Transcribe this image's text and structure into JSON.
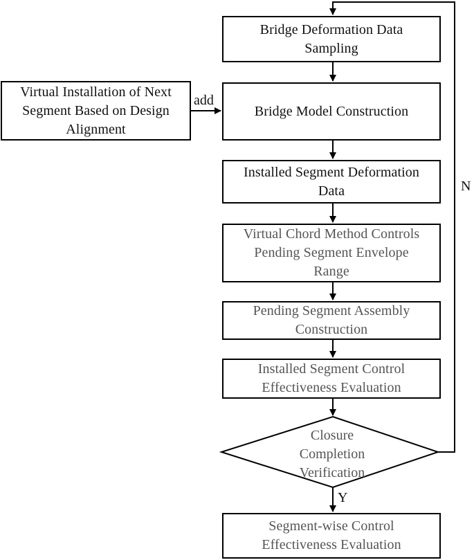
{
  "nodes": {
    "sampling": [
      "Bridge Deformation Data",
      "Sampling"
    ],
    "virtual_install": [
      "Virtual Installation of Next",
      "Segment Based on Design",
      "Alignment"
    ],
    "model": [
      "Bridge Model Construction"
    ],
    "installed_data": [
      "Installed Segment Deformation",
      "Data"
    ],
    "chord": [
      "Virtual Chord Method Controls",
      "Pending Segment Envelope",
      "Range"
    ],
    "assembly": [
      "Pending Segment Assembly",
      "Construction"
    ],
    "control_eval": [
      "Installed Segment Control",
      "Effectiveness Evaluation"
    ],
    "closure": [
      "Closure",
      "Completion",
      "Verification"
    ],
    "final_eval": [
      "Segment-wise Control",
      "Effectiveness Evaluation"
    ]
  },
  "labels": {
    "add": "add",
    "no": "N",
    "yes": "Y"
  }
}
